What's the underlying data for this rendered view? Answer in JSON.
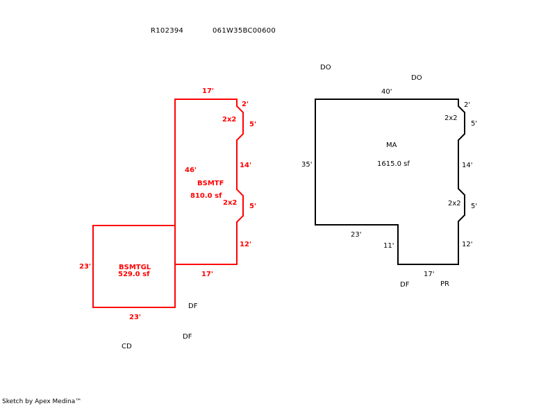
{
  "header": {
    "parcel_id": "R102394",
    "map_number": "061W35BC00600"
  },
  "colors": {
    "basement": "#ff0000",
    "main": "#000000"
  },
  "basement_sketch": {
    "areas": [
      {
        "code": "BSMTF",
        "area": "810.0 sf"
      },
      {
        "code": "BSMTGL",
        "area": "529.0 sf"
      }
    ],
    "dimensions": {
      "top": "17'",
      "right_top": "2'",
      "notch1_label": "2x2",
      "notch1_side": "5'",
      "right_mid": "14'",
      "notch2_label": "2x2",
      "notch2_side": "5'",
      "right_bottom": "12'",
      "bottom": "17'",
      "left": "46'",
      "garage_left": "23'",
      "garage_bottom": "23'"
    }
  },
  "main_sketch": {
    "area": {
      "code": "MA",
      "area": "1615.0 sf"
    },
    "dimensions": {
      "top": "40'",
      "right_top": "2'",
      "notch1_label": "2x2",
      "notch1_side": "5'",
      "right_mid": "14'",
      "notch2_label": "2x2",
      "notch2_side": "5'",
      "right_bottom": "12'",
      "bottom_right": "17'",
      "inner_vertical": "11'",
      "bottom_left": "23'",
      "left": "35'"
    }
  },
  "annotations": [
    {
      "id": "do-1",
      "text": "DO"
    },
    {
      "id": "do-2",
      "text": "DO"
    },
    {
      "id": "df-1",
      "text": "DF"
    },
    {
      "id": "df-2",
      "text": "DF"
    },
    {
      "id": "df-3",
      "text": "DF"
    },
    {
      "id": "pr",
      "text": "PR"
    },
    {
      "id": "cd",
      "text": "CD"
    }
  ],
  "footer": {
    "credit": "Sketch by Apex Medina™"
  }
}
